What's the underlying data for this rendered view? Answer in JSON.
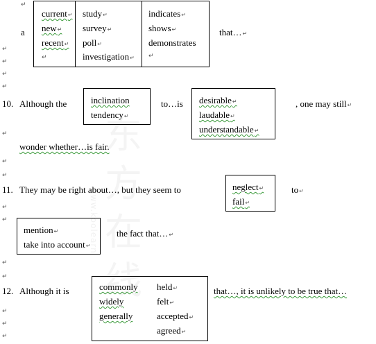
{
  "watermark": {
    "chinese": "东方在线",
    "latin": "www.koolearn"
  },
  "row_top": {
    "article": "a",
    "col1": [
      "current",
      "new",
      "recent"
    ],
    "col2": [
      "study",
      "survey",
      "poll",
      "investigation"
    ],
    "col3": [
      "indicates",
      "shows",
      "demonstrates"
    ],
    "after": "that…"
  },
  "item10": {
    "number": "10.",
    "text_before": "Although the",
    "box1": [
      "inclination",
      "tendency"
    ],
    "text_middle": "to…is",
    "box2": [
      "desirable",
      "laudable",
      "understandable"
    ],
    "text_after": ", one may still",
    "continuation": "wonder whether…is fair."
  },
  "item11": {
    "number": "11.",
    "text_before": "They may be right about…, but they seem to",
    "box1": [
      "neglect",
      "fail"
    ],
    "text_to": "to",
    "box2": [
      "mention",
      "take into account"
    ],
    "text_after": "the fact that…"
  },
  "item12": {
    "number": "12.",
    "text_before": "Although it is",
    "col1": [
      "commonly",
      "widely",
      "generally"
    ],
    "col2": [
      "held",
      "felt",
      "accepted",
      "agreed"
    ],
    "text_after": "that…, it is unlikely to be true that…"
  }
}
